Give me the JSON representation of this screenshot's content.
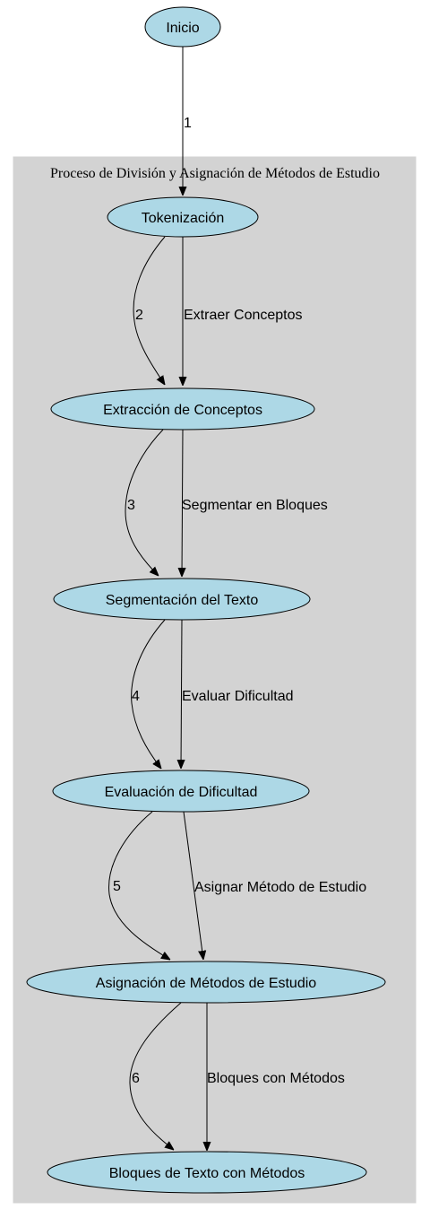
{
  "cluster": {
    "label": "Proceso de División y Asignación de Métodos de Estudio",
    "fill": "#d3d3d3"
  },
  "nodes": {
    "inicio": "Inicio",
    "tokenizacion": "Tokenización",
    "extraccion": "Extracción de Conceptos",
    "segmentacion": "Segmentación del Texto",
    "evaluacion": "Evaluación de Dificultad",
    "asignacion": "Asignación de Métodos de Estudio",
    "bloques": "Bloques de Texto con Métodos"
  },
  "edges": {
    "e1": "1",
    "e2": "2",
    "e2b": "Extraer Conceptos",
    "e3": "3",
    "e3b": "Segmentar en Bloques",
    "e4": "4",
    "e4b": "Evaluar Dificultad",
    "e5": "5",
    "e5b": "Asignar Método de Estudio",
    "e6": "6",
    "e6b": "Bloques con Métodos"
  },
  "colors": {
    "node_fill": "#add8e6",
    "cluster_fill": "#d3d3d3"
  }
}
